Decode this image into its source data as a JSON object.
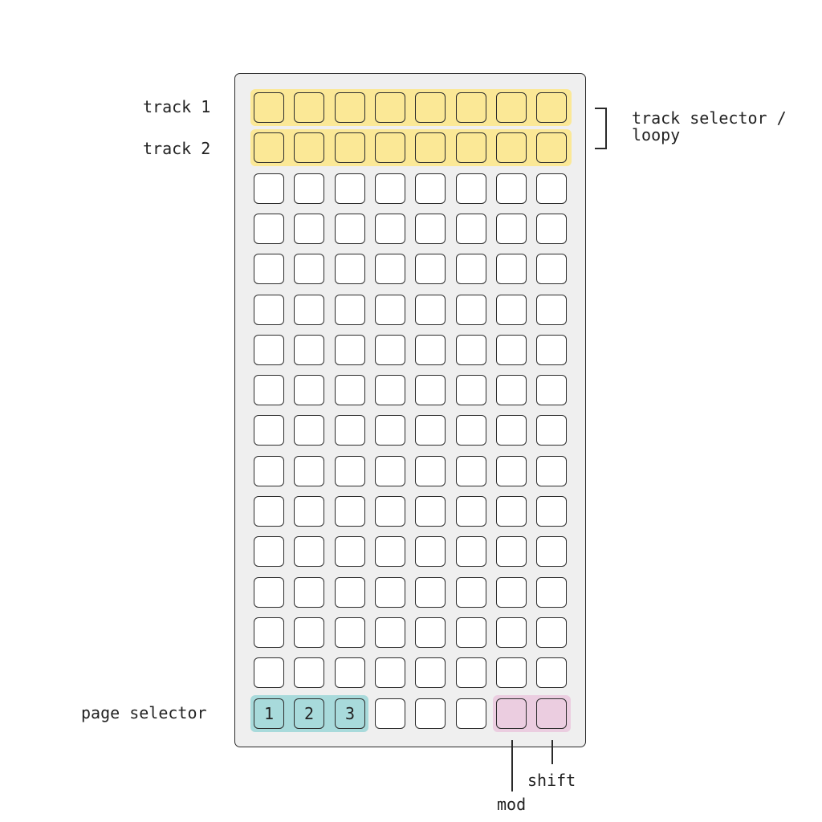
{
  "labels": {
    "track1": "track 1",
    "track2": "track 2",
    "page_selector": "page selector",
    "track_selector": "track selector /\nloopy",
    "shift": "shift",
    "mod": "mod"
  },
  "grid": {
    "columns": 8,
    "rows": 16,
    "track_rows": [
      0,
      1
    ],
    "page_buttons": [
      "1",
      "2",
      "3"
    ],
    "bottom_row_roles": [
      "page-1",
      "page-2",
      "page-3",
      "blank",
      "blank",
      "blank",
      "mod",
      "shift"
    ]
  },
  "colors": {
    "track_highlight": "#fbe896",
    "page_highlight": "#a8dadb",
    "modifier_highlight": "#ebcde0",
    "button": "#ffffff",
    "device_body": "#efefef"
  }
}
